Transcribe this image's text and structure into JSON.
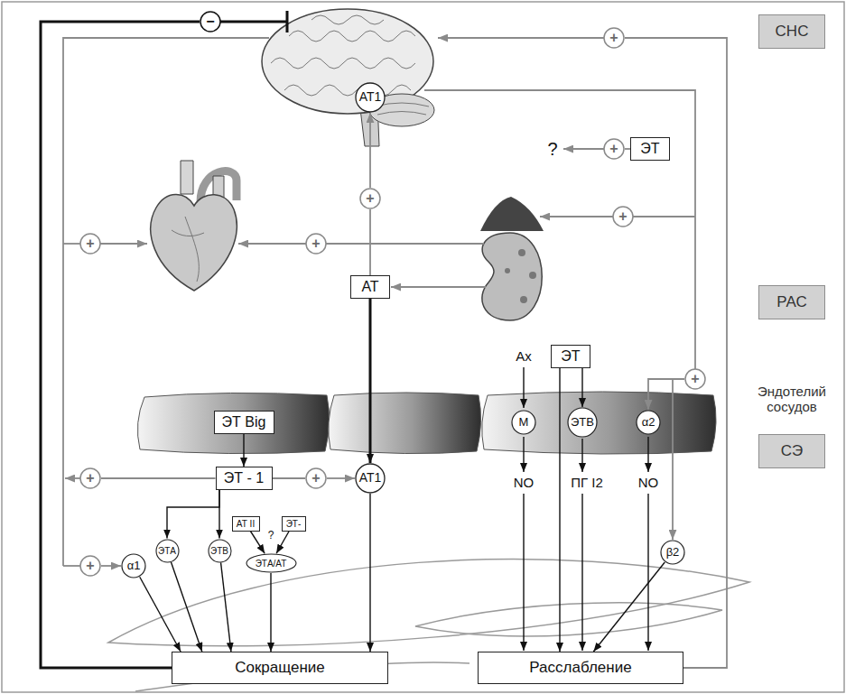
{
  "diagram": {
    "nodes": [
      {
        "text": [
          "СНС"
        ]
      },
      {
        "text": [
          "−"
        ]
      },
      {
        "text": [
          "+"
        ]
      },
      {
        "text": [
          "АТ1"
        ]
      },
      {
        "text": [
          "+"
        ]
      },
      {
        "text": [
          "ЭТ"
        ]
      },
      {
        "text": [
          "+"
        ]
      },
      {
        "text": [
          "+"
        ]
      },
      {
        "text": [
          "+"
        ]
      },
      {
        "text": [
          "+"
        ]
      },
      {
        "text": [
          "АТ"
        ]
      },
      {
        "text": [
          "РАС"
        ]
      },
      {
        "text": [
          "ЭТ"
        ]
      },
      {
        "text": [
          "+"
        ]
      },
      {
        "text": [
          "ЭТ Big"
        ]
      },
      {
        "text": [
          "М"
        ]
      },
      {
        "text": [
          "ЭТB"
        ]
      },
      {
        "text": [
          "α2"
        ]
      },
      {
        "text": [
          "СЭ"
        ]
      },
      {
        "text": [
          "+"
        ]
      },
      {
        "text": [
          "ЭТ - 1"
        ]
      },
      {
        "text": [
          "+"
        ]
      },
      {
        "text": [
          "АТ1"
        ]
      },
      {
        "text": [
          "АТ II"
        ]
      },
      {
        "text": [
          "ЭТ-"
        ]
      },
      {
        "text": [
          "ЭТA"
        ]
      },
      {
        "text": [
          "ЭТB"
        ]
      },
      {
        "text": [
          "+"
        ]
      },
      {
        "text": [
          "α1"
        ]
      },
      {
        "text": [
          "ЭТA/АТ"
        ]
      },
      {
        "text": [
          "β2"
        ]
      },
      {
        "text": [
          "Сокращение"
        ]
      },
      {
        "text": [
          "Расслабление"
        ]
      }
    ],
    "edges": [
      {
        "from": 31,
        "to": 1,
        "arrow": "none"
      },
      {
        "from": 32,
        "to": 2,
        "arrow": "none"
      },
      {
        "from": 5,
        "to": 4,
        "arrow": "none"
      },
      {
        "from": 10,
        "to": 6,
        "arrow": "none"
      },
      {
        "from": 6,
        "to": 3,
        "arrow": "to"
      },
      {
        "from": 10,
        "to": 22,
        "arrow": "to"
      },
      {
        "from": 13,
        "to": 17,
        "arrow": "to"
      },
      {
        "from": 13,
        "to": 30,
        "arrow": "to"
      },
      {
        "from": 12,
        "to": 16,
        "arrow": "to"
      },
      {
        "from": 12,
        "to": 32,
        "arrow": "to"
      },
      {
        "from": 14,
        "to": 20,
        "arrow": "to"
      },
      {
        "from": 20,
        "to": 19,
        "arrow": "none"
      },
      {
        "from": 20,
        "to": 21,
        "arrow": "none"
      },
      {
        "from": 21,
        "to": 22,
        "arrow": "to"
      },
      {
        "from": 20,
        "to": 26,
        "arrow": "to"
      },
      {
        "from": 20,
        "to": 25,
        "arrow": "to"
      },
      {
        "from": 23,
        "to": 29,
        "arrow": "to"
      },
      {
        "from": 24,
        "to": 29,
        "arrow": "to"
      },
      {
        "from": 27,
        "to": 28,
        "arrow": "to"
      },
      {
        "from": 28,
        "to": 31,
        "arrow": "to"
      },
      {
        "from": 25,
        "to": 31,
        "arrow": "to"
      },
      {
        "from": 26,
        "to": 31,
        "arrow": "to"
      },
      {
        "from": 29,
        "to": 31,
        "arrow": "to"
      },
      {
        "from": 22,
        "to": 31,
        "arrow": "to"
      },
      {
        "from": 30,
        "to": 32,
        "arrow": "to"
      }
    ],
    "labels": [
      "?",
      "Ах",
      "Эндотелий сосудов",
      "NO",
      "ПГ I2",
      "NO",
      "?"
    ]
  }
}
